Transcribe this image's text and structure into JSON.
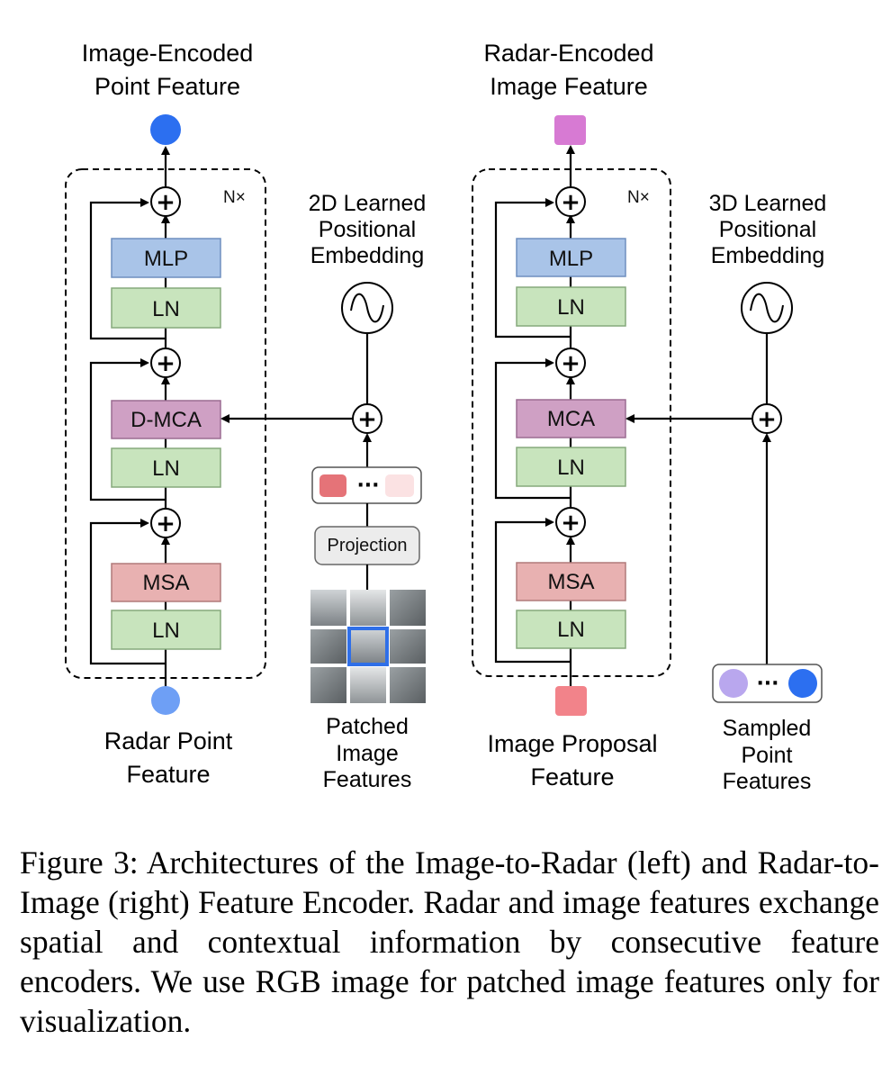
{
  "left": {
    "output_label": [
      "Image-Encoded",
      "Point Feature"
    ],
    "input_label": [
      "Radar Point",
      "Feature"
    ],
    "repeat": "N×",
    "blocks": {
      "mlp": "MLP",
      "ln_top": "LN",
      "attn": "D-MCA",
      "ln_mid": "LN",
      "msa": "MSA",
      "ln_bot": "LN"
    },
    "pos_label": [
      "2D Learned",
      "Positional",
      "Embedding"
    ],
    "projection": "Projection",
    "patch_label": [
      "Patched",
      "Image",
      "Features"
    ],
    "token_dots": "···"
  },
  "right": {
    "output_label": [
      "Radar-Encoded",
      "Image Feature"
    ],
    "input_label": [
      "Image Proposal",
      "Feature"
    ],
    "repeat": "N×",
    "blocks": {
      "mlp": "MLP",
      "ln_top": "LN",
      "attn": "MCA",
      "ln_mid": "LN",
      "msa": "MSA",
      "ln_bot": "LN"
    },
    "pos_label": [
      "3D Learned",
      "Positional",
      "Embedding"
    ],
    "sampled_label": [
      "Sampled",
      "Point",
      "Features"
    ],
    "token_dots": "···"
  },
  "plus_symbol": "+",
  "caption": "Figure 3: Architectures of the Image-to-Radar (left) and Radar-to-Image (right) Feature Encoder. Radar and image features exchange spatial and contextual information by consecutive feature encoders. We use RGB image for patched image features only for visualization.",
  "colors": {
    "mlp": "#a9c4e8",
    "ln": "#c8e4bd",
    "attn": "#cfa0c4",
    "msa": "#e8b1b1",
    "encoded_point": "#2c6ff0",
    "radar_point": "#6e9ff5",
    "encoded_image": "#d77ad3",
    "image_proposal": "#f2838a",
    "token_red": "#e57378",
    "token_pink": "#fbe2e3",
    "token_lavender": "#b9a7ee",
    "token_blue": "#2c6ff0",
    "patch_highlight": "#2f6fe8"
  }
}
